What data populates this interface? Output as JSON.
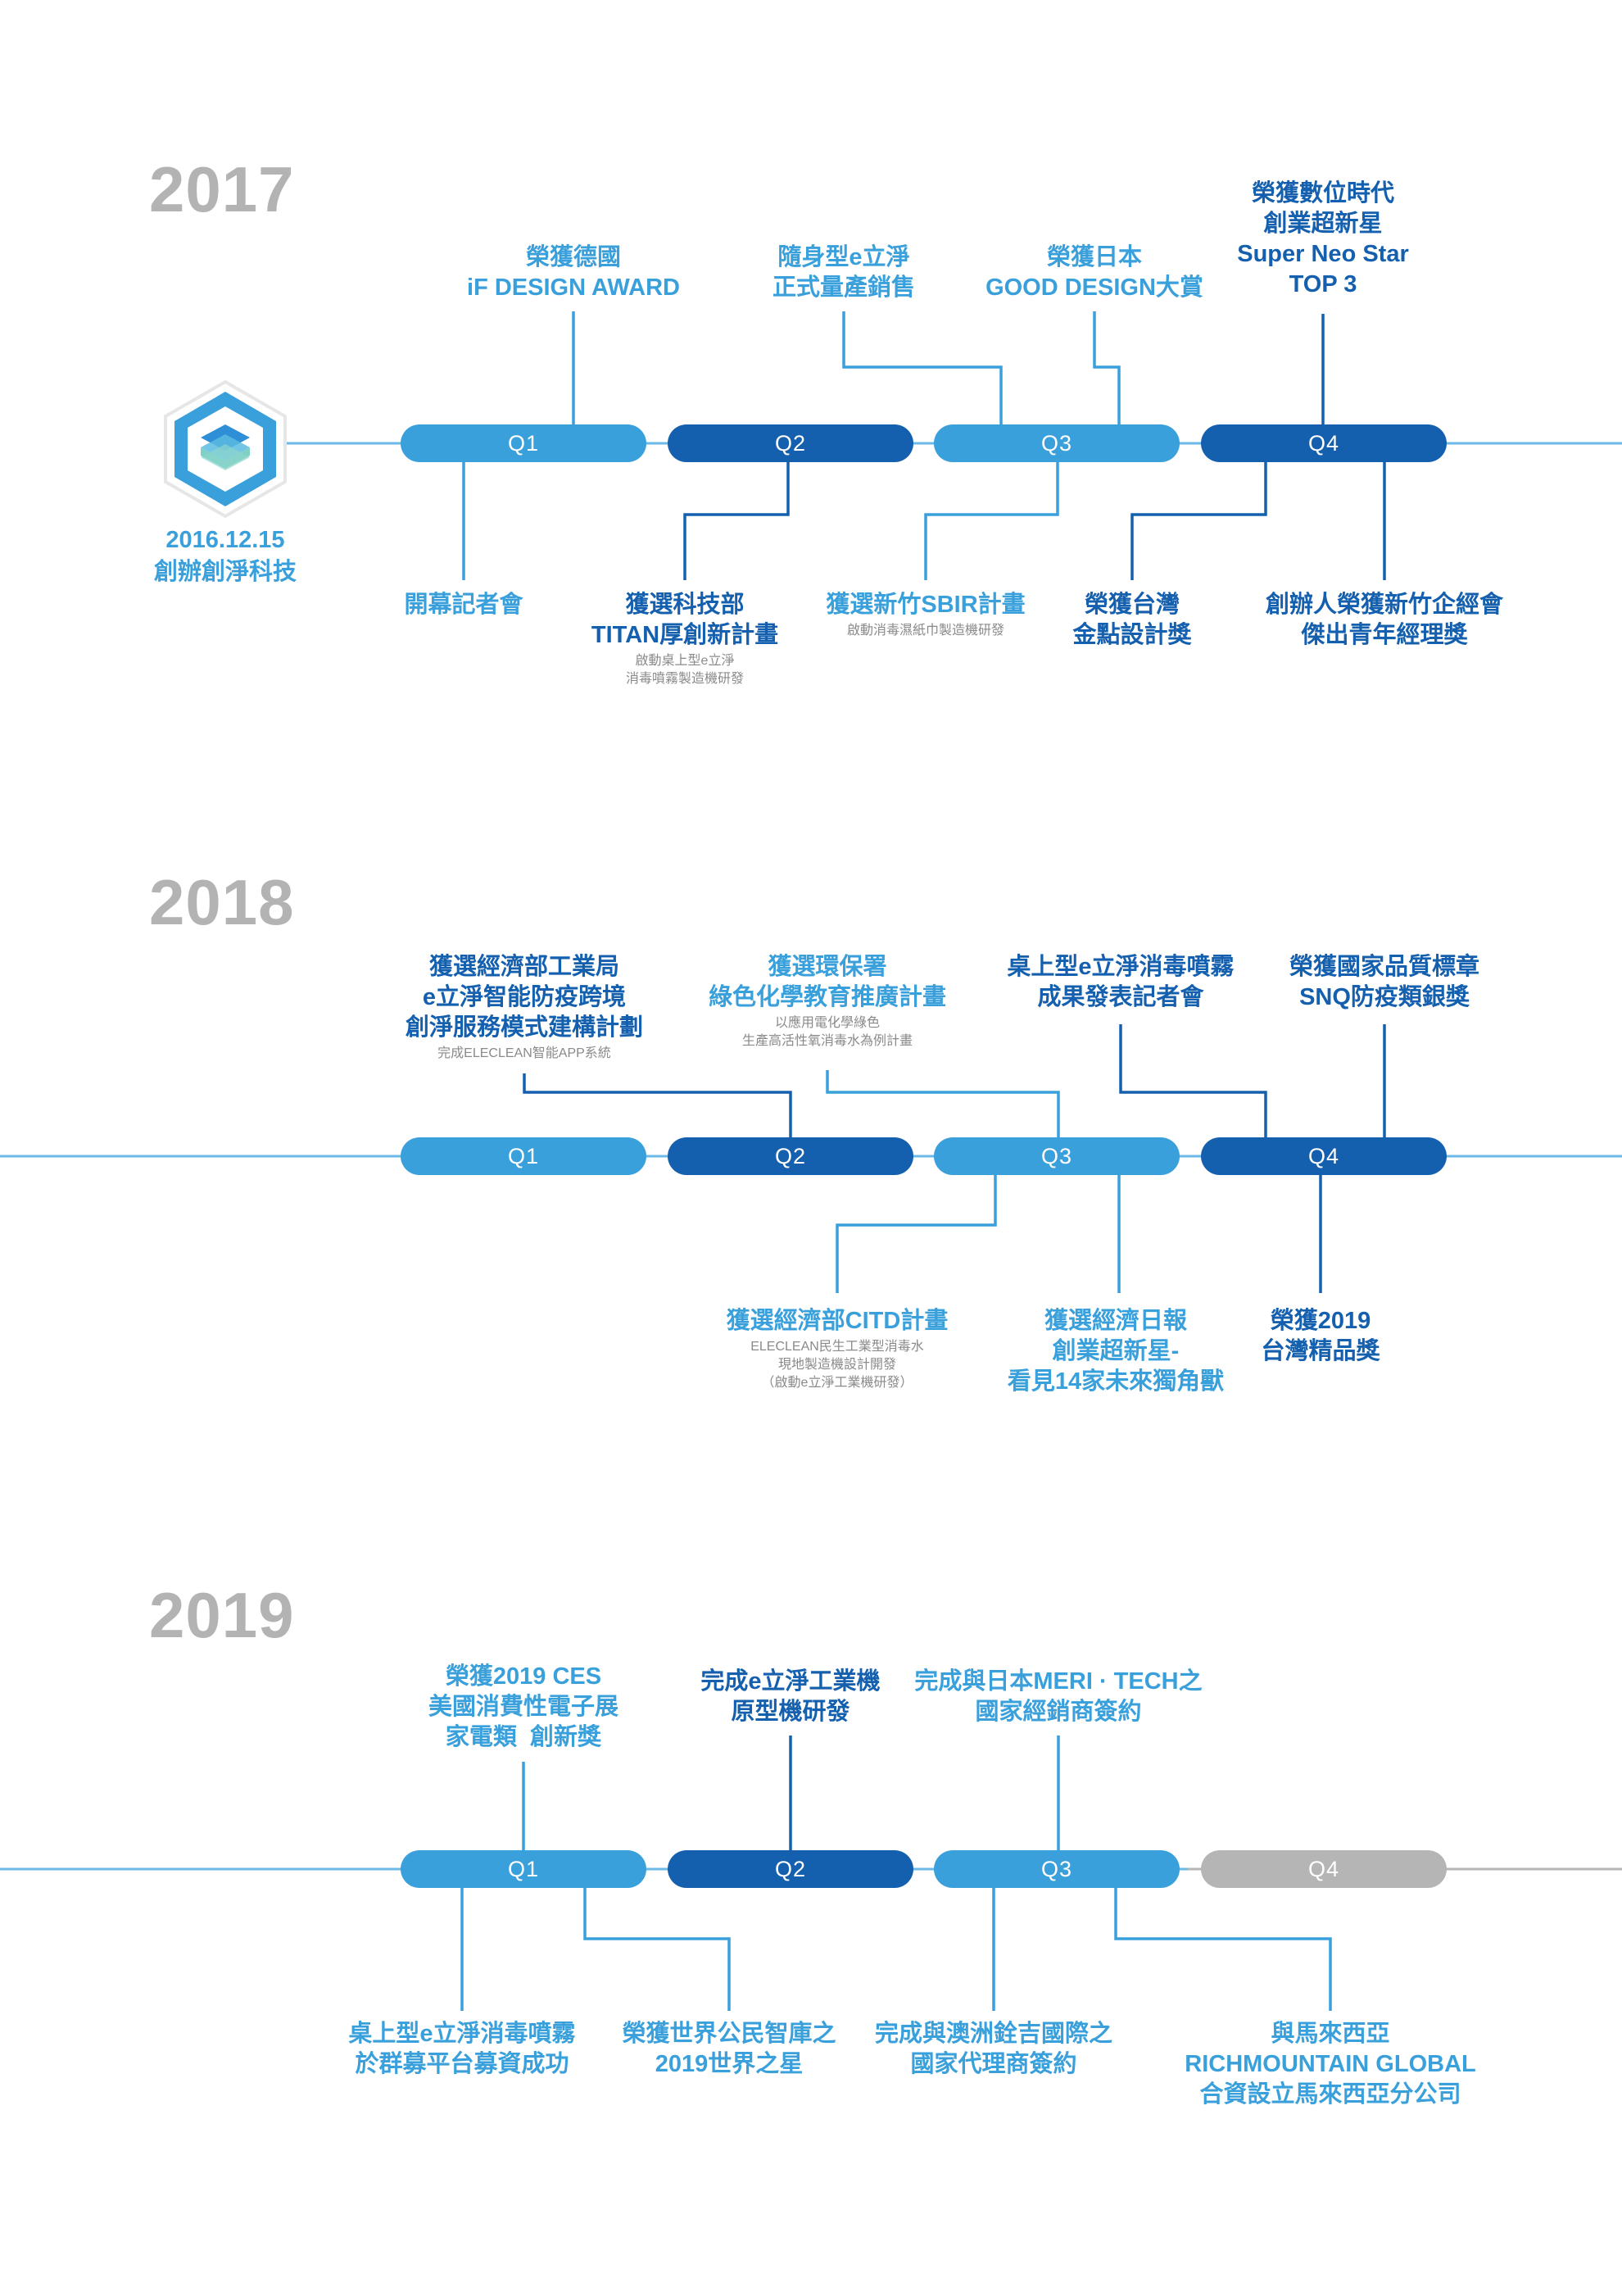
{
  "colors": {
    "light_blue": "#3aa0db",
    "dark_blue": "#1560ae",
    "line_blue": "#6ab9e6",
    "year_grey": "#b3b3b3",
    "future_grey": "#b5b5b5"
  },
  "founding": {
    "date": "2016.12.15",
    "text": "創辦創淨科技",
    "icon": "company-logo-hexagon-icon"
  },
  "years": [
    {
      "year": "2017",
      "quarters": [
        "Q1",
        "Q2",
        "Q3",
        "Q4"
      ],
      "events": [
        {
          "quarter": "Q1",
          "position": "above",
          "lines": [
            "榮獲德國",
            "iF DESIGN AWARD"
          ]
        },
        {
          "quarter": "Q3",
          "position": "above",
          "lines": [
            "隨身型e立淨",
            "正式量產銷售"
          ]
        },
        {
          "quarter": "Q3",
          "position": "above",
          "lines": [
            "榮獲日本",
            "GOOD DESIGN大賞"
          ]
        },
        {
          "quarter": "Q4",
          "position": "above",
          "lines": [
            "榮獲數位時代",
            "創業超新星",
            "Super Neo Star",
            "TOP 3"
          ]
        },
        {
          "quarter": "Q1",
          "position": "below",
          "lines": [
            "開幕記者會"
          ]
        },
        {
          "quarter": "Q2",
          "position": "below",
          "lines": [
            "獲選科技部",
            "TITAN厚創新計畫"
          ],
          "note": [
            "啟動桌上型e立淨",
            "消毒噴霧製造機研發"
          ]
        },
        {
          "quarter": "Q3",
          "position": "below",
          "lines": [
            "獲選新竹SBIR計畫"
          ],
          "note": [
            "啟動消毒濕紙巾製造機研發"
          ]
        },
        {
          "quarter": "Q4",
          "position": "below",
          "lines": [
            "榮獲台灣",
            "金點設計獎"
          ]
        },
        {
          "quarter": "Q4",
          "position": "below",
          "lines": [
            "創辦人榮獲新竹企經會",
            "傑出青年經理獎"
          ]
        }
      ]
    },
    {
      "year": "2018",
      "quarters": [
        "Q1",
        "Q2",
        "Q3",
        "Q4"
      ],
      "events": [
        {
          "quarter": "Q2",
          "position": "above",
          "lines": [
            "獲選經濟部工業局",
            "e立淨智能防疫跨境",
            "創淨服務模式建構計劃"
          ],
          "note": [
            "完成ELECLEAN智能APP系統"
          ]
        },
        {
          "quarter": "Q3",
          "position": "above",
          "lines": [
            "獲選環保署",
            "綠色化學教育推廣計畫"
          ],
          "note": [
            "以應用電化學綠色",
            "生產高活性氧消毒水為例計畫"
          ]
        },
        {
          "quarter": "Q4",
          "position": "above",
          "lines": [
            "桌上型e立淨消毒噴霧",
            "成果發表記者會"
          ]
        },
        {
          "quarter": "Q4",
          "position": "above",
          "lines": [
            "榮獲國家品質標章",
            "SNQ防疫類銀獎"
          ]
        },
        {
          "quarter": "Q3",
          "position": "below",
          "lines": [
            "獲選經濟部CITD計畫"
          ],
          "note": [
            "ELECLEAN民生工業型消毒水",
            "現地製造機設計開發",
            "（啟動e立淨工業機研發）"
          ]
        },
        {
          "quarter": "Q3",
          "position": "below",
          "lines": [
            "獲選經濟日報",
            "創業超新星-",
            "看見14家未來獨角獸"
          ]
        },
        {
          "quarter": "Q4",
          "position": "below",
          "lines": [
            "榮獲2019",
            "台灣精品獎"
          ]
        }
      ]
    },
    {
      "year": "2019",
      "quarters": [
        "Q1",
        "Q2",
        "Q3",
        "Q4"
      ],
      "events": [
        {
          "quarter": "Q1",
          "position": "above",
          "lines": [
            "榮獲2019 CES",
            "美國消費性電子展",
            "家電類  創新獎"
          ]
        },
        {
          "quarter": "Q2",
          "position": "above",
          "lines": [
            "完成e立淨工業機",
            "原型機研發"
          ]
        },
        {
          "quarter": "Q3",
          "position": "above",
          "lines": [
            "完成與日本MERI · TECH之",
            "國家經銷商簽約"
          ]
        },
        {
          "quarter": "Q1",
          "position": "below",
          "lines": [
            "桌上型e立淨消毒噴霧",
            "於群募平台募資成功"
          ]
        },
        {
          "quarter": "Q1",
          "position": "below",
          "lines": [
            "榮獲世界公民智庫之",
            "2019世界之星"
          ]
        },
        {
          "quarter": "Q3",
          "position": "below",
          "lines": [
            "完成與澳洲銓吉國際之",
            "國家代理商簽約"
          ]
        },
        {
          "quarter": "Q3",
          "position": "below",
          "lines": [
            "與馬來西亞",
            "RICHMOUNTAIN GLOBAL",
            "合資設立馬來西亞分公司"
          ]
        }
      ]
    }
  ]
}
